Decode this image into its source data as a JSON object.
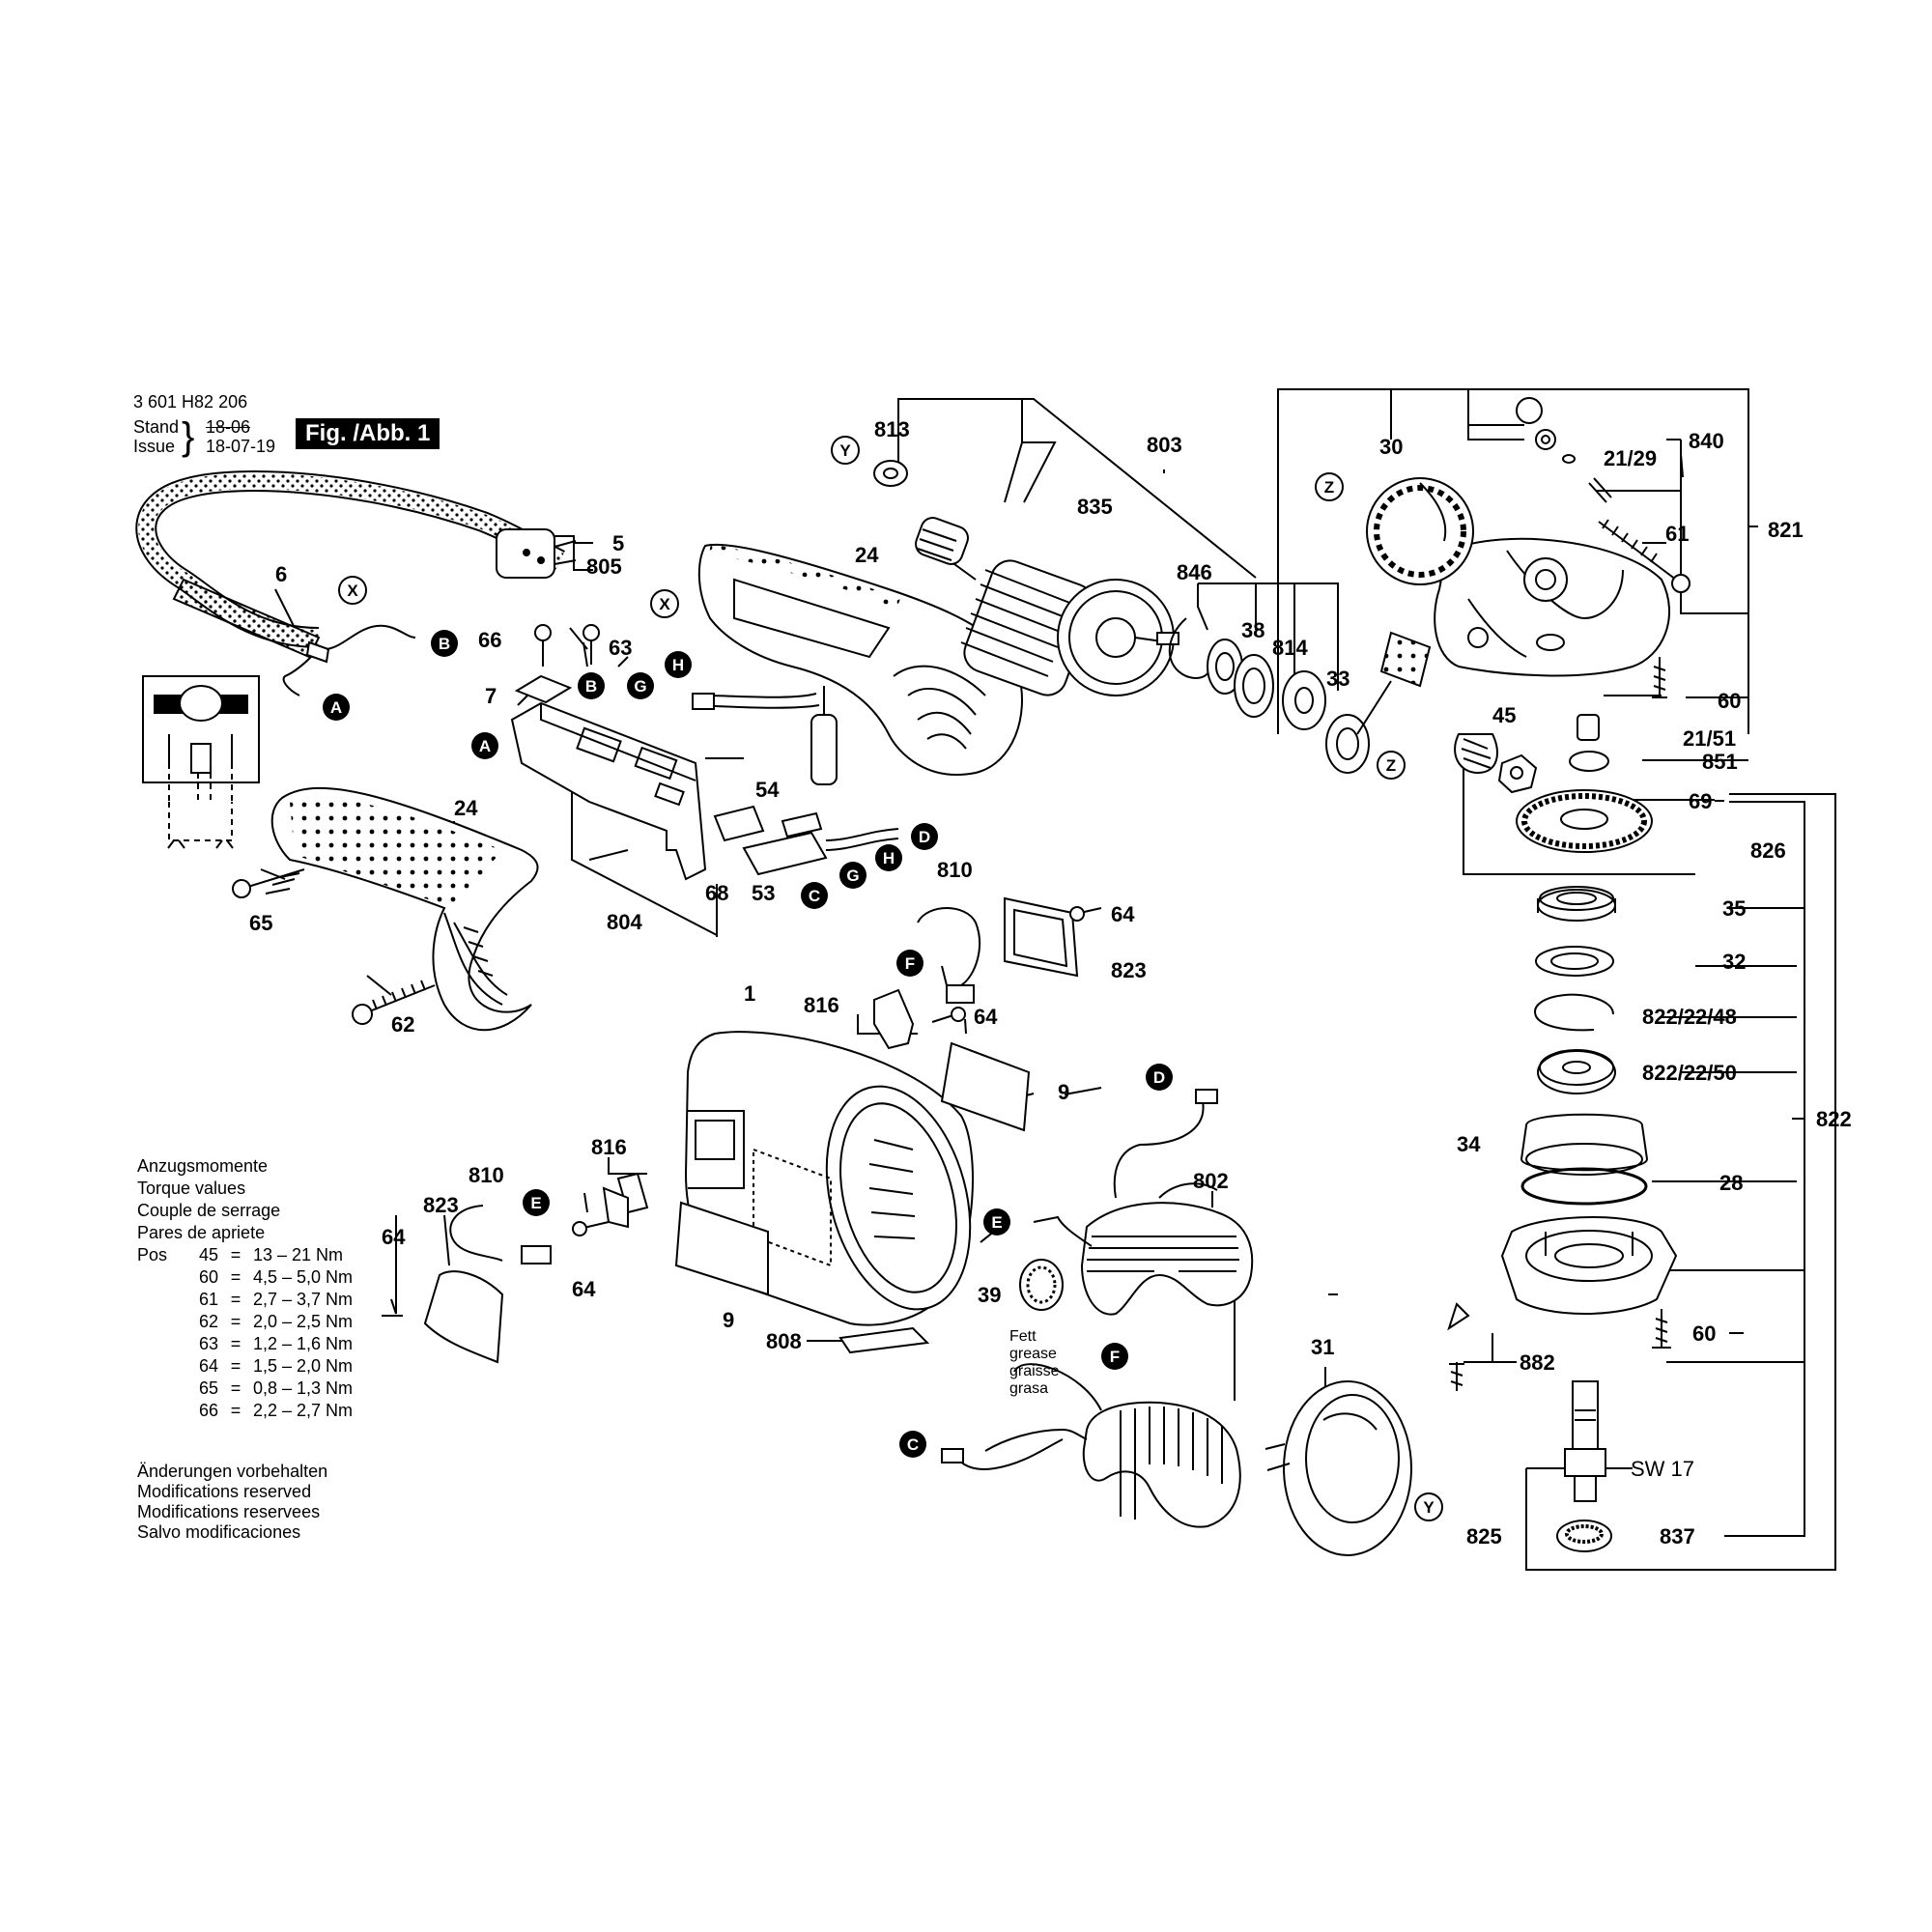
{
  "header": {
    "part_number": "3 601 H82 206",
    "stand_label": "Stand",
    "stand_value": "18-06",
    "issue_label": "Issue",
    "issue_value": "18-07-19",
    "figure_label": "Fig. /Abb. 1"
  },
  "torque": {
    "heading": [
      "Anzugsmomente",
      "Torque values",
      "Couple de serrage",
      "Pares de apriete"
    ],
    "pos_label": "Pos",
    "rows": [
      {
        "pos": "45",
        "value": "13 – 21 Nm"
      },
      {
        "pos": "60",
        "value": "4,5 – 5,0 Nm"
      },
      {
        "pos": "61",
        "value": "2,7 – 3,7 Nm"
      },
      {
        "pos": "62",
        "value": "2,0 – 2,5 Nm"
      },
      {
        "pos": "63",
        "value": "1,2 – 1,6 Nm"
      },
      {
        "pos": "64",
        "value": "1,5 – 2,0 Nm"
      },
      {
        "pos": "65",
        "value": "0,8 – 1,3 Nm"
      },
      {
        "pos": "66",
        "value": "2,2 – 2,7 Nm"
      }
    ]
  },
  "notes": [
    "Änderungen vorbehalten",
    "Modifications reserved",
    "Modifications reservees",
    "Salvo modificaciones"
  ],
  "grease": [
    "Fett",
    "grease",
    "graisse",
    "grasa"
  ],
  "callouts": {
    "813": "813",
    "803": "803",
    "835": "835",
    "846": "846",
    "38": "38",
    "814": "814",
    "33": "33",
    "30": "30",
    "840": "840",
    "2129": "21/29",
    "61": "61",
    "821": "821",
    "60a": "60",
    "2151": "21/51",
    "851": "851",
    "45": "45",
    "69": "69",
    "826": "826",
    "35": "35",
    "32": "32",
    "8222248": "822/22/48",
    "8222250": "822/22/50",
    "822": "822",
    "34": "34",
    "28": "28",
    "60b": "60",
    "882": "882",
    "sw17": "SW 17",
    "825": "825",
    "837": "837",
    "5": "5",
    "805": "805",
    "6": "6",
    "66": "66",
    "63": "63",
    "7": "7",
    "24a": "24",
    "24b": "24",
    "54": "54",
    "68": "68",
    "53": "53",
    "804": "804",
    "65": "65",
    "62": "62",
    "810a": "810",
    "64a": "64",
    "823a": "823",
    "816a": "816",
    "64b": "64",
    "1": "1",
    "9a": "9",
    "9b": "9",
    "816b": "816",
    "810b": "810",
    "823b": "823",
    "64c": "64",
    "64d": "64",
    "808": "808",
    "802": "802",
    "39": "39",
    "31": "31"
  },
  "markers": {
    "x": "X",
    "y": "Y",
    "z": "Z",
    "a": "A",
    "b": "B",
    "c": "C",
    "d": "D",
    "e": "E",
    "f": "F",
    "g": "G",
    "h": "H"
  }
}
